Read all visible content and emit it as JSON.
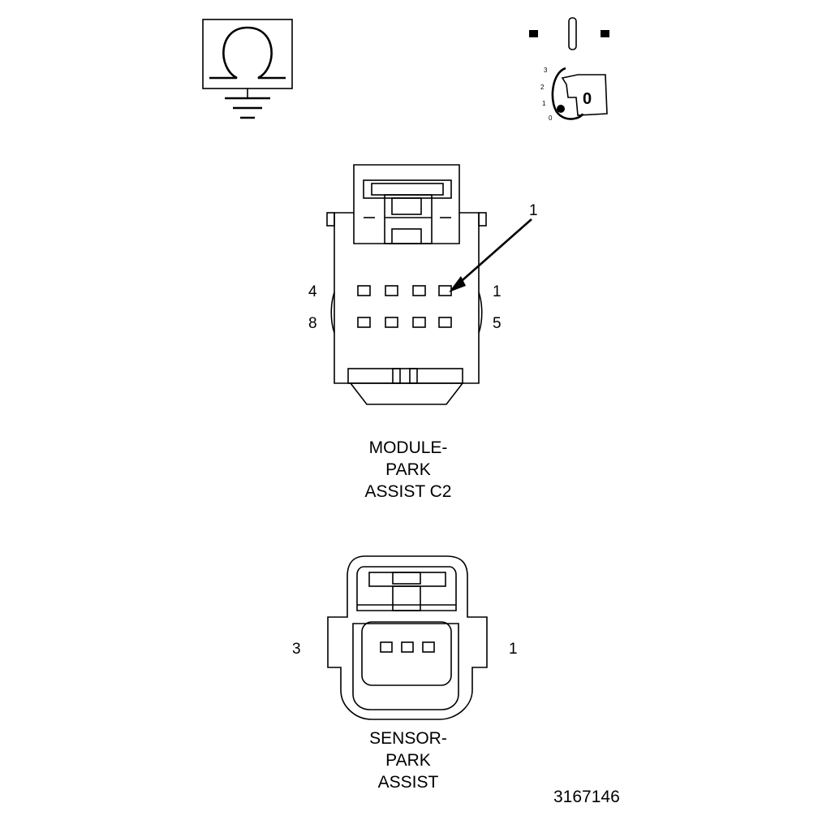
{
  "diagram": {
    "connectors": [
      {
        "name": "MODULE-PARK ASSIST C2",
        "label_lines": [
          "MODULE-",
          "PARK",
          "ASSIST C2"
        ],
        "pin_labels": {
          "top_left": "4",
          "top_right": "1",
          "bottom_left": "8",
          "bottom_right": "5"
        },
        "callout": "1"
      },
      {
        "name": "SENSOR-PARK ASSIST",
        "label_lines": [
          "SENSOR-",
          "PARK",
          "ASSIST"
        ],
        "pin_labels": {
          "left": "3",
          "right": "1"
        }
      }
    ],
    "ignition_symbol": {
      "positions": [
        "3",
        "2",
        "1",
        "0"
      ],
      "key_text": "0"
    },
    "figure_id": "3167146"
  }
}
